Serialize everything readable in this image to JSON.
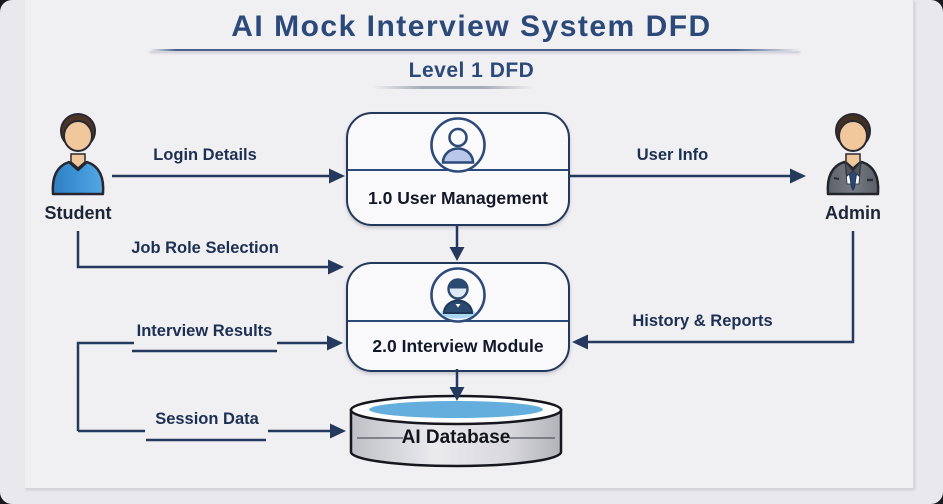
{
  "header": {
    "title": "AI Mock Interview System DFD",
    "subtitle": "Level 1 DFD"
  },
  "entities": {
    "student": {
      "label": "Student"
    },
    "admin": {
      "label": "Admin"
    }
  },
  "processes": [
    {
      "label": "1.0 User Management"
    },
    {
      "label": "2.0 Interview Module"
    }
  ],
  "datastore": {
    "label": "AI Database"
  },
  "flows": {
    "login_details": {
      "label": "Login Details",
      "from": "Student",
      "to": "1.0 User Management"
    },
    "user_info": {
      "label": "User Info",
      "from": "1.0 User Management",
      "to": "Admin"
    },
    "user_mgmt_to_interview": {
      "label": "",
      "from": "1.0 User Management",
      "to": "2.0 Interview Module"
    },
    "job_role_selection": {
      "label": "Job Role Selection",
      "from": "Student",
      "to": "2.0 Interview Module"
    },
    "interview_results": {
      "label": "Interview Results",
      "from": "Student",
      "to": "2.0 Interview Module"
    },
    "history_reports": {
      "label": "History & Reports",
      "from": "Admin",
      "to": "2.0 Interview Module"
    },
    "session_data": {
      "label": "Session Data",
      "from": "Student",
      "to": "AI Database"
    },
    "interview_to_db": {
      "label": "",
      "from": "2.0 Interview Module",
      "to": "AI Database"
    }
  },
  "colors": {
    "title_navy": "#2b4a7a",
    "connector_navy": "#24395e",
    "process_border": "#23395c",
    "process_fill": "#f9f9fb",
    "db_water_blue": "#63aedd",
    "db_body_gray": "#c9cad0",
    "student_shirt_blue": "#3a8fd0",
    "admin_suit_gray": "#6b7077",
    "icon_shoulder_periwinkle": "#b9c7ea",
    "background": "#f0eff2"
  }
}
